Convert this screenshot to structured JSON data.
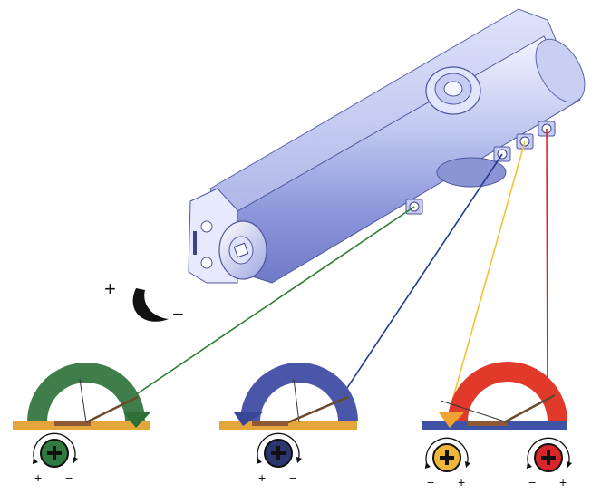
{
  "image": {
    "description": ""
  },
  "legend": {
    "closing_force": {
      "plus": "+",
      "minus": "−"
    }
  },
  "valves": [
    {
      "id": "green",
      "color": "#2f7a3e",
      "line_color": "#2e7d32",
      "left_sign": "+",
      "right_sign": "−"
    },
    {
      "id": "navy",
      "color": "#2c3570",
      "line_color": "#233a8b",
      "left_sign": "+",
      "right_sign": "−"
    },
    {
      "id": "yellow",
      "color": "#f0b63a",
      "line_color": "#f2c230",
      "left_sign": "−",
      "right_sign": "+"
    },
    {
      "id": "red",
      "color": "#d8262b",
      "line_color": "#d8262b",
      "left_sign": "−",
      "right_sign": "+"
    }
  ],
  "gauges": [
    {
      "id": "gauge-green",
      "arc_color": "#3f7d4a",
      "arrow_color": "#2e6f38",
      "base_color": "#e4a63a"
    },
    {
      "id": "gauge-blue",
      "arc_color": "#4a56a8",
      "arrow_color": "#3a4796",
      "base_color": "#e4a63a"
    },
    {
      "id": "gauge-red",
      "arc_color": "#e23a2a",
      "arrow_color": "#f0a332",
      "base_color": "#3f53a6"
    }
  ]
}
